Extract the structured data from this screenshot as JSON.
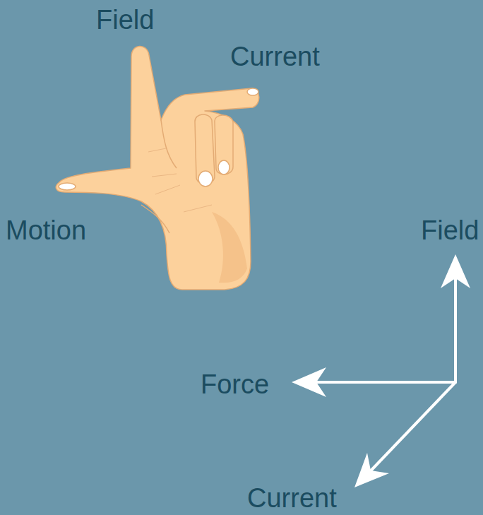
{
  "diagram": {
    "labels": [
      "Field",
      "Current",
      "Motion",
      "Field",
      "Force",
      "Current"
    ]
  }
}
